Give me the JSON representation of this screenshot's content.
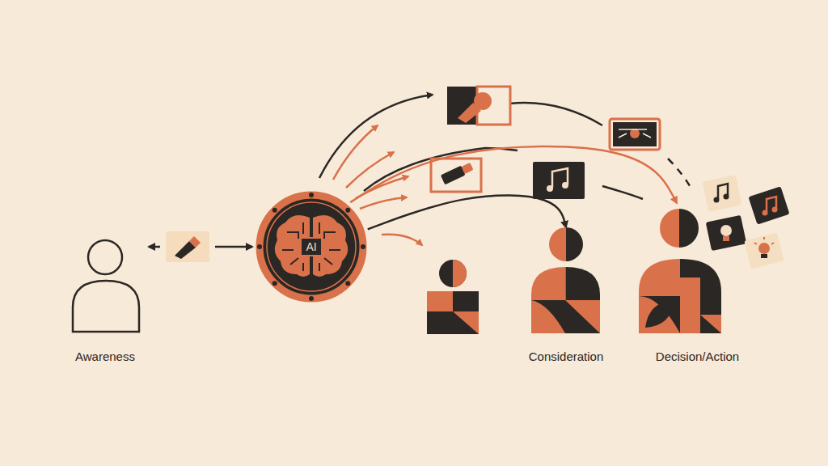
{
  "diagram": {
    "nodes": [
      {
        "text": [
          "Awareness"
        ]
      },
      {
        "text": [
          "AI"
        ]
      },
      {
        "text": [
          "Consideration"
        ]
      },
      {
        "text": [
          "Decision/Action"
        ]
      }
    ],
    "edges": [
      {
        "from": 0,
        "to": 1,
        "arrow": "both"
      },
      {
        "from": 1,
        "to": 2,
        "arrow": "to"
      },
      {
        "from": 1,
        "to": 3,
        "arrow": "to"
      }
    ]
  }
}
